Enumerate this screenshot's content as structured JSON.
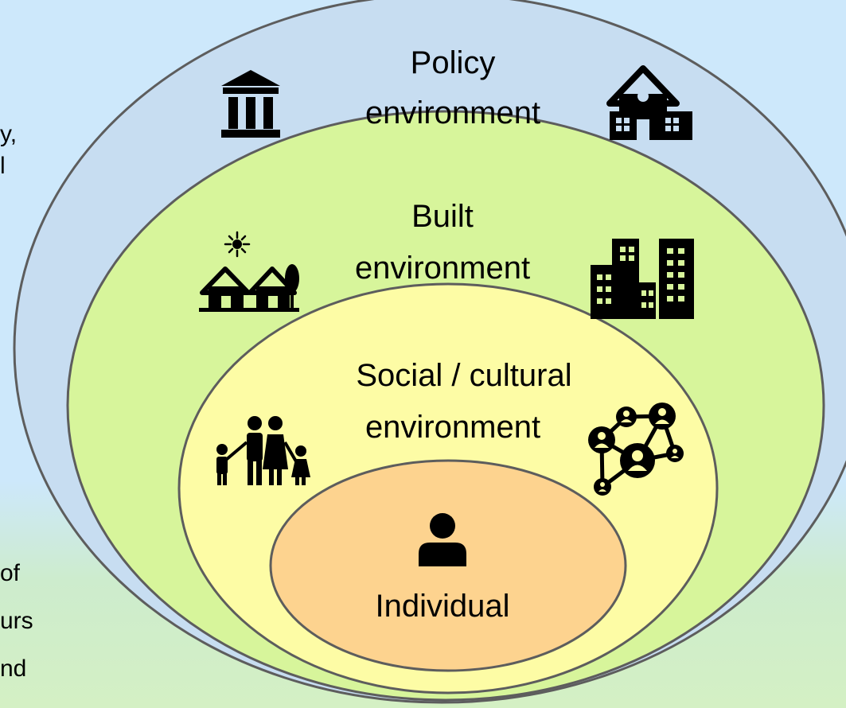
{
  "colors": {
    "policy_fill": "#c7ddf1",
    "built_fill": "#d7f59b",
    "social_fill": "#fdfca5",
    "individual_fill": "#fdd38f",
    "stroke": "#5d5d5d"
  },
  "layers": {
    "policy": {
      "line1": "Policy",
      "line2": "environment",
      "icons": [
        "government-building-icon",
        "school-icon"
      ]
    },
    "built": {
      "line1": "Built",
      "line2": "environment",
      "icons": [
        "houses-sun-tree-icon",
        "city-buildings-icon"
      ]
    },
    "social": {
      "line1": "Social / cultural",
      "line2": "environment",
      "icons": [
        "family-icon",
        "social-network-icon"
      ]
    },
    "individual": {
      "label": "Individual",
      "icons": [
        "person-icon"
      ]
    }
  },
  "left_text_fragments": {
    "top": [
      "y,",
      "l"
    ],
    "bottom": [
      "of",
      "urs",
      "nd"
    ]
  }
}
